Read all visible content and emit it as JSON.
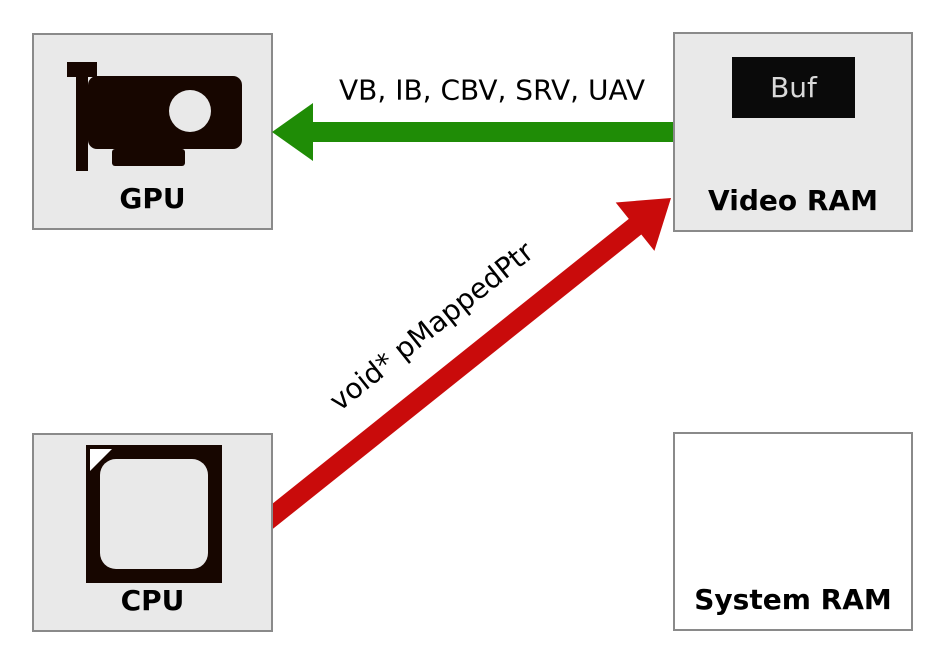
{
  "diagram": {
    "boxes": {
      "gpu": {
        "label": "GPU",
        "icon": "graphics-card-icon"
      },
      "video_ram": {
        "label": "Video RAM",
        "buffer_label": "Buf"
      },
      "cpu": {
        "label": "CPU",
        "icon": "cpu-chip-icon"
      },
      "system_ram": {
        "label": "System RAM"
      }
    },
    "arrows": {
      "green": {
        "label": "VB, IB, CBV, SRV, UAV",
        "color": "#1f8c06",
        "from": "Video RAM",
        "to": "GPU",
        "direction": "left"
      },
      "red": {
        "label": "void* pMappedPtr",
        "color": "#c90b0b",
        "from": "CPU",
        "to": "Video RAM",
        "direction": "up-right"
      }
    },
    "colors": {
      "box_fill": "#e9e9e9",
      "system_ram_fill": "#ffffff",
      "box_border": "#8a8a8a",
      "icon": "#170600",
      "buffer_fill": "#0a0a0a",
      "buffer_text": "#d9d9d9",
      "notch": "#ffffff",
      "label_text": "#000000"
    }
  }
}
